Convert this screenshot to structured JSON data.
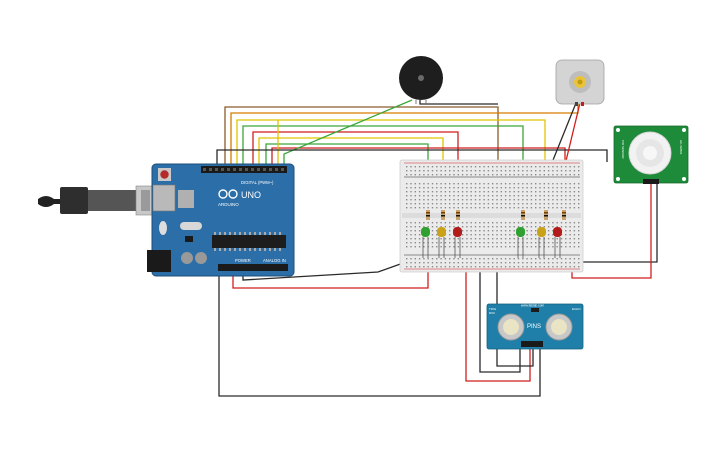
{
  "arduino": {
    "brand": "ARDUINO",
    "model": "UNO",
    "digital_label": "DIGITAL (PWM~)",
    "power_label": "POWER",
    "analog_label": "ANALOG IN"
  },
  "ultrasonic": {
    "model": "HC-SR04",
    "site": "www.fablab.com",
    "brand_mark": "RX0",
    "left_tag": "TRIG",
    "right_tag": "ECHO",
    "pin_label": "PINS"
  },
  "pir": {
    "left_text": "PIR SENSOR",
    "right_text": "HC-SR501"
  },
  "colors": {
    "board_blue": "#2b6ea8",
    "breadboard": "#ebebeb",
    "wire_red": "#d11f1f",
    "wire_black": "#2a2a2a",
    "wire_yellow": "#e2c400",
    "wire_green": "#3aa63a",
    "wire_orange": "#d77a00",
    "wire_brown": "#8a5a2b",
    "led_green": "#30a030",
    "led_yellow": "#c9a21a",
    "led_red": "#b31b1b",
    "pcb_green": "#1e8b3a",
    "sonar_blue": "#1f7fa8"
  }
}
